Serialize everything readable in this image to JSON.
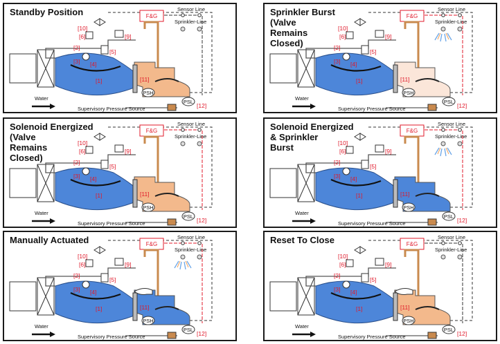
{
  "panels": [
    {
      "title": "Standby Position",
      "fill": "#f3b98c",
      "red": false,
      "spray": false,
      "hand": false
    },
    {
      "title": "Sprinkler Burst\n(Valve\nRemains\nClosed)",
      "fill": "#fbe6d9",
      "red": true,
      "spray": true,
      "hand": false
    },
    {
      "title": "Solenoid Energized\n(Valve\nRemains\nClosed)",
      "fill": "#f3b98c",
      "red": true,
      "spray": false,
      "hand": false
    },
    {
      "title": "Solenoid Energized\n& Sprinkler\nBurst",
      "fill": "#4d86d9",
      "red": true,
      "spray": true,
      "hand": false
    },
    {
      "title": "Manually Actuated",
      "fill": "#4d86d9",
      "red": true,
      "spray": true,
      "hand": true
    },
    {
      "title": "Reset To Close",
      "fill": "#f3b98c",
      "red": false,
      "spray": false,
      "hand": true
    }
  ],
  "labels": {
    "fg": "F&G",
    "sensor_line": "Sensor Line",
    "sprinkler_line": "Sprinkler-Line",
    "water": "Water",
    "supervisory": "Supervisory Pressure Source",
    "psh": "PSH",
    "psl": "PSL",
    "n1": "[1]",
    "n2": "[2]",
    "n3": "[3]",
    "n4": "[4]",
    "n5": "[5]",
    "n6": "[6]",
    "n9": "[9]",
    "n10": "[10]",
    "n11": "[11]",
    "n12": "[12]"
  },
  "colors": {
    "water_blue": "#4d86d9",
    "air_orange": "#f3b98c",
    "line_red": "#e0192a",
    "border": "#1a1a1a"
  }
}
